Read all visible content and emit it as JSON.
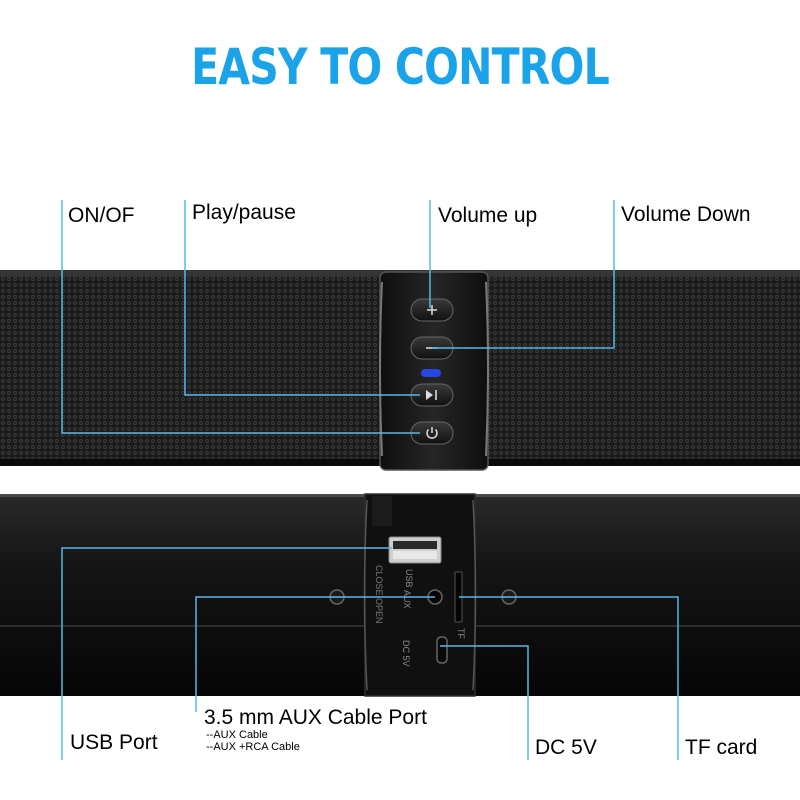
{
  "title": "EASY TO CONTROL",
  "colors": {
    "title": "#1aa3e8",
    "callout_line": "#5ab6ea",
    "indicator": "#2946e0",
    "bar_body": "#141414"
  },
  "top_labels": {
    "on_off": "ON/OF",
    "play_pause": "Play/pause",
    "volume_up": "Volume up",
    "volume_down": "Volume Down"
  },
  "bottom_labels": {
    "usb_port": "USB Port",
    "aux_port": "3.5 mm AUX Cable Port",
    "aux_cable": "--AUX Cable",
    "aux_rca": "--AUX +RCA Cable",
    "dc_5v": "DC 5V",
    "tf_card": "TF card"
  },
  "panel_markings": {
    "usb": "USB",
    "aux": "AUX",
    "dc": "DC 5V",
    "close_open": "CLOSE OPEN",
    "tf": "TF"
  },
  "icons": [
    "plus-icon",
    "minus-icon",
    "play-pause-icon",
    "power-icon"
  ]
}
